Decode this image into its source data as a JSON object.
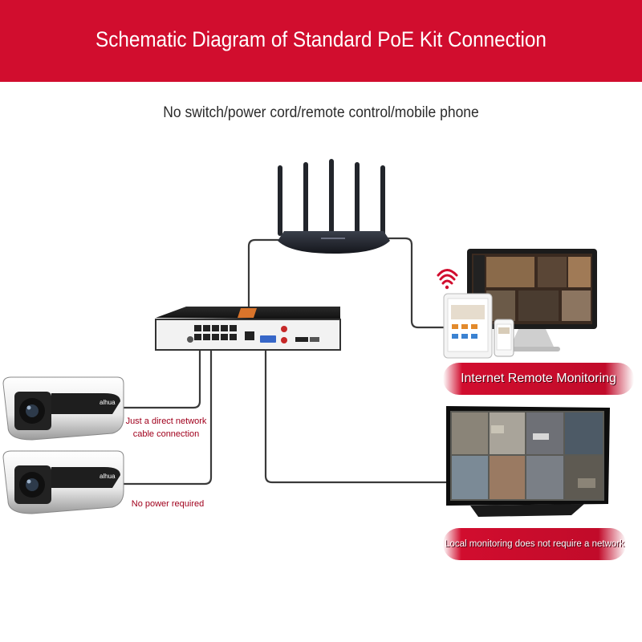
{
  "header": {
    "title": "Schematic Diagram of Standard PoE Kit Connection",
    "bg_color": "#d10d2e"
  },
  "subtitle": "No switch/power cord/remote control/mobile phone",
  "devices": {
    "router": {
      "icon": "wifi-router-icon"
    },
    "nvr": {
      "icon": "poe-nvr-icon"
    },
    "camera_brand": "alhua",
    "monitor": {
      "icon": "monitor-icon"
    },
    "remote_devices": {
      "icon": "pc-tablet-phone-icon"
    },
    "wifi_symbol": "wifi-icon"
  },
  "labels": {
    "remote_monitoring": "Internet Remote Monitoring",
    "local_monitoring": "Local monitoring does not require a network",
    "direct_cable": "Just a direct network cable connection",
    "no_power": "No power required"
  },
  "colors": {
    "accent_red": "#d10d2e",
    "cable": "#3a3a3a",
    "note_red": "#a0001c"
  }
}
